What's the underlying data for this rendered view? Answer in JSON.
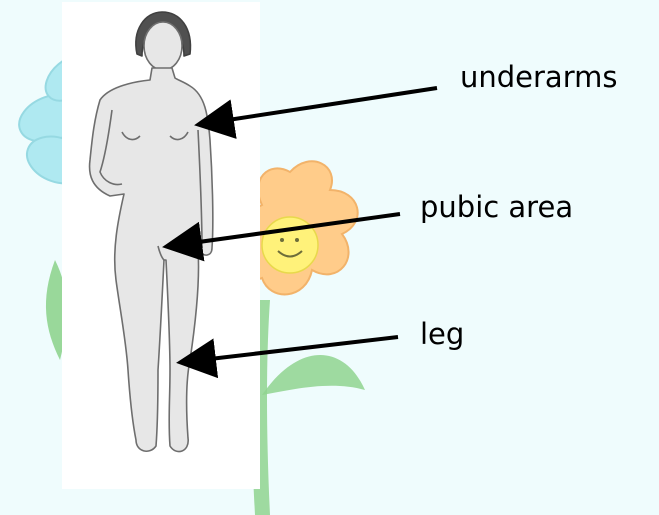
{
  "labels": {
    "underarms": "underarms",
    "pubic_area": "pubic area",
    "leg": "leg"
  },
  "colors": {
    "background": "#effcfd",
    "panel": "#ffffff",
    "body_fill": "#e7e7e7",
    "body_outline": "#6e6e6e",
    "hair": "#505050",
    "petal_orange": "#ffcc8a",
    "petal_blue": "#a9e8f0",
    "flower_center": "#fff27a",
    "leaf_green": "#8fd48f",
    "arrow": "#000000"
  }
}
